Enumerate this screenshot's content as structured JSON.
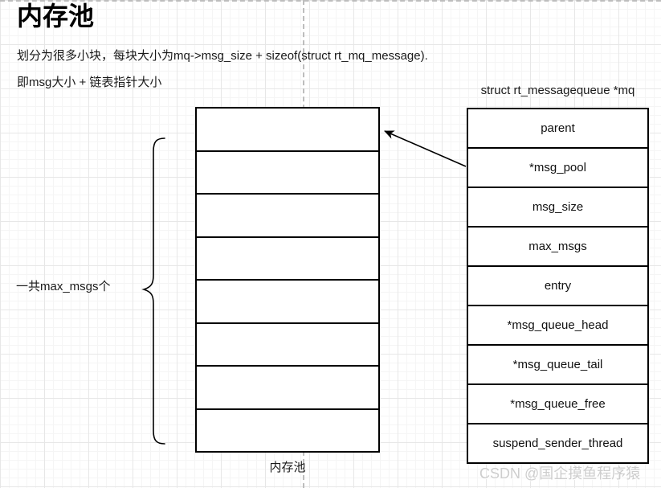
{
  "header": {
    "title": "内存池"
  },
  "notes": {
    "line1": "划分为很多小块，每块大小为mq->msg_size + sizeof(struct rt_mq_message).",
    "line2": "即msg大小 + 链表指针大小"
  },
  "memory_pool": {
    "caption": "内存池",
    "brace_label": "一共max_msgs个",
    "block_count": 8
  },
  "struct_table": {
    "header": "struct rt_messagequeue *mq",
    "rows": [
      "parent",
      "*msg_pool",
      "msg_size",
      "max_msgs",
      "entry",
      "*msg_queue_head",
      "*msg_queue_tail",
      "*msg_queue_free",
      "suspend_sender_thread"
    ]
  },
  "watermark": "CSDN @国企摸鱼程序猿",
  "colors": {
    "stroke": "#000000",
    "text": "#1a1a1a",
    "grid_minor": "#f5f5f5",
    "grid_major": "#e7e7e7",
    "page_divider": "#bdbdbd",
    "watermark": "#cdcdcd"
  }
}
